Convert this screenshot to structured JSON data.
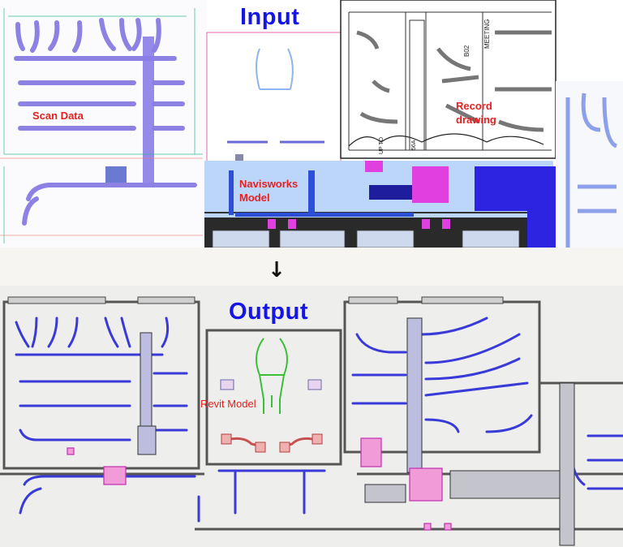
{
  "input": {
    "heading": "Input",
    "labels": {
      "scan_data": "Scan Data",
      "navisworks": "Navisworks Model",
      "record_drawing": "Record drawing"
    },
    "drawing_text": [
      "MEETING",
      "B02",
      "UP TO",
      "56A"
    ]
  },
  "arrow": {
    "symbol": "↓"
  },
  "output": {
    "heading": "Output",
    "labels": {
      "revit": "Revit Model"
    }
  },
  "colors": {
    "heading": "#1515e6",
    "label": "#e52020",
    "duct_blue": "#3a3ad8",
    "magenta": "#e040e0",
    "revit_green": "#3bbf3b",
    "revit_red": "#c85050"
  }
}
